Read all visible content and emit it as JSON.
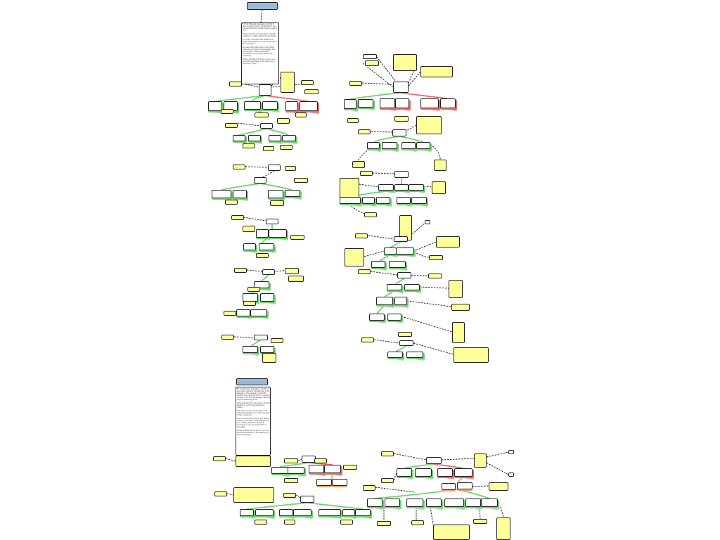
{
  "colors": {
    "support": "#6fd36f",
    "oppose": "#ec6a6a",
    "rebut": "#f4a460",
    "note": "#ffff99",
    "title": "#9cb8d8",
    "connector": "#111111"
  },
  "instructions_top": [
    "For the following passage(s), identify if each argument isn't a paraphrase of the... OR summarize the reasoning & the quality of it.",
    "If the argument isn't persuasive, identify whether or not the arguments are flawed.",
    "The main conclusion that needs to be supported (whether it's in the argument or the conclusion).",
    "Any secondary (the second one) that is linked to prior parts of the passage, and the resulting. If there is at least 2 connections, you can put the flow of secondary.",
    "Finally, describe at the end in your own words the weakness in the reasoning or argument (if any)."
  ],
  "instructions_bottom": [
    "For the following passage(s), identify if each argument isn't a paraphrase of the passage in the passage and identify whether the argument isn't in a relevant context — if it's not persuasive, describe why the reasoning is not.",
    "If the argument isn't persuasive, identify whether or not the arguments are flawed.",
    "The main conclusion that needs to be supported (whether it's in the argument or the conclusion).",
    "Any secondary (the second one) that is linked to prior parts of the passage, and the resulting. If there is at least 2 connections, you can put the flow of secondary.",
    "Finally, describe at the end in your own words the weakness in the reasoning or argument (if any)."
  ]
}
